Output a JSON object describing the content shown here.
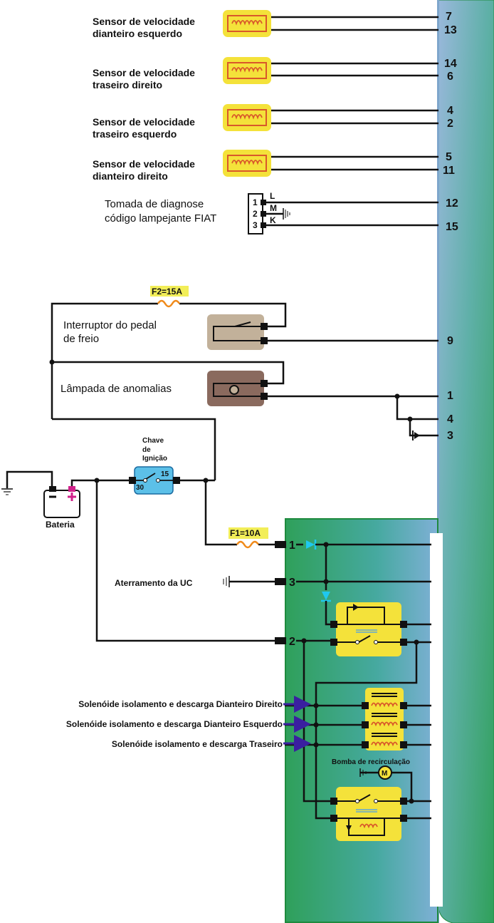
{
  "colors": {
    "ecu_top": "#8fb6d8",
    "ecu_bottom": "#2fa05a",
    "ecu_border": "#1e8a3e",
    "sensor_fill": "#f4e23a",
    "sensor_coil": "#d9582a",
    "brake_switch_fill": "#c2b19a",
    "lamp_fill": "#8a6a5e",
    "ignition_fill": "#5cc0e8",
    "fuse_color": "#f08a1a",
    "fuse_label_bg": "#f2ee58",
    "arrow_color": "#3a1fa0",
    "diode_color": "#1ec8f0",
    "relay_fill": "#f4e23a"
  },
  "sensors": [
    {
      "line1": "Sensor de velocidade",
      "line2": "dianteiro esquerdo",
      "pin_a": "7",
      "pin_b": "13"
    },
    {
      "line1": "Sensor de velocidade",
      "line2": "traseiro direito",
      "pin_a": "14",
      "pin_b": "6"
    },
    {
      "line1": "Sensor de velocidade",
      "line2": "traseiro esquerdo",
      "pin_a": "4",
      "pin_b": "2"
    },
    {
      "line1": "Sensor de velocidade",
      "line2": "dianteiro direito",
      "pin_a": "5",
      "pin_b": "11"
    }
  ],
  "diag": {
    "line1": "Tomada de diagnose",
    "line2": "código lampejante FIAT",
    "conn_pins": [
      "1",
      "2",
      "3"
    ],
    "letters": [
      "L",
      "M",
      "K"
    ],
    "ecu_pins": [
      "12",
      "15"
    ]
  },
  "brake": {
    "line1": "Interruptor do pedal",
    "line2": "de freio",
    "pin": "9"
  },
  "fuse2": "F2=15A",
  "lamp": {
    "label": "Lâmpada de anomalias",
    "pins": [
      "1",
      "4",
      "3"
    ]
  },
  "ignition": {
    "line1": "Chave",
    "line2": "de",
    "line3": "Ignição",
    "t30": "30",
    "t15": "15"
  },
  "battery": {
    "label": "Bateria",
    "minus": "−",
    "plus": "+"
  },
  "fuse1": "F1=10A",
  "ground_uc": "Aterramento da UC",
  "module_pins": [
    "1",
    "3",
    "2"
  ],
  "solenoids": [
    "Solenóide isolamento e descarga  Dianteiro Direito",
    "Solenóide isolamento e descarga Dianteiro Esquerdo",
    "Solenóide isolamento e descarga Traseiro"
  ],
  "pump": {
    "label": "Bomba de recirculação",
    "symbol": "M"
  }
}
